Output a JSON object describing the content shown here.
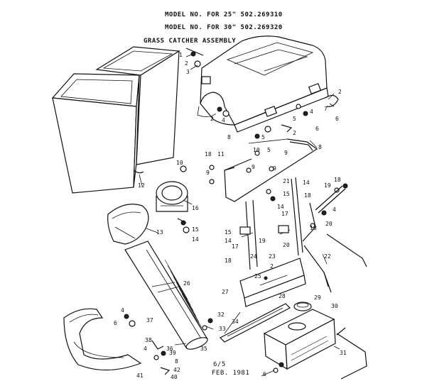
{
  "header": {
    "model_line_1": "MODEL NO. FOR 25\" 502.269310",
    "model_line_2": "MODEL NO. FOR 30\" 502.269320",
    "assembly_title": "GRASS CATCHER ASSEMBLY"
  },
  "footer": {
    "code": "6/5",
    "date": "FEB. 1981"
  },
  "callouts": {
    "c1": "1",
    "c2": "2",
    "c3": "3",
    "c4": "4",
    "c5": "5",
    "c6": "6",
    "c7": "7",
    "c8": "8",
    "c9": "9",
    "c10": "10",
    "c11": "11",
    "c12": "12",
    "c13": "13",
    "c14": "14",
    "c15": "15",
    "c16": "16",
    "c17": "17",
    "c18": "18",
    "c19": "19",
    "c20": "20",
    "c21": "21",
    "c22": "22",
    "c23": "23",
    "c24": "24",
    "c25": "25",
    "c26": "26",
    "c27": "27",
    "c28": "28",
    "c29": "29",
    "c30": "30",
    "c31": "31",
    "c32": "32",
    "c33": "33",
    "c34": "34",
    "c35": "35",
    "c36": "36",
    "c37": "37",
    "c38": "38",
    "c39": "39",
    "c40": "40",
    "c41": "41",
    "c42": "42"
  }
}
